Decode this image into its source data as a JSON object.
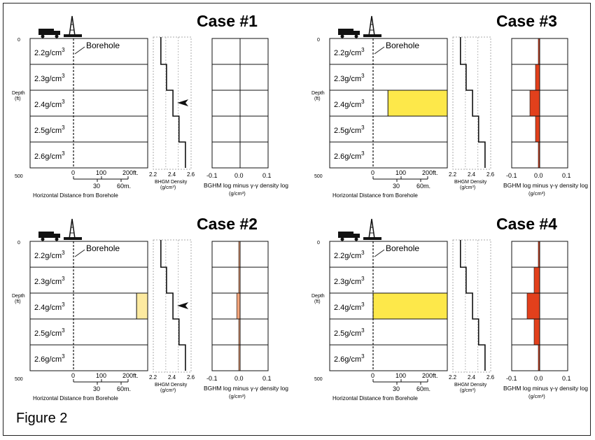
{
  "figure": {
    "label": "Figure 2"
  },
  "common": {
    "borehole_label": "Borehole",
    "depth_label_1": "Depth",
    "depth_label_2": "(ft)",
    "depth_top": "0",
    "depth_bottom": "500",
    "layers": [
      "2.2g/cm³",
      "2.3g/cm³",
      "2.4g/cm³",
      "2.5g/cm³",
      "2.6g/cm³"
    ],
    "horiz_ticks_ft": [
      "0",
      "100",
      "200ft."
    ],
    "horiz_ticks_m": [
      "30",
      "60m."
    ],
    "horiz_axis_label": "Horizontal Distance from Borehole",
    "bhgm_ticks": [
      "2.2",
      "2.4",
      "2.6"
    ],
    "bhgm_label_1": "BHGM Density",
    "bhgm_label_2": "(g/cm³)",
    "diff_ticks": [
      "-0.1",
      "0.0",
      "0.1"
    ],
    "diff_label_1": "BGHM log minus γ-γ density log",
    "diff_label_2": "(g/cm³)"
  },
  "cases": [
    {
      "title": "Case #1",
      "anomaly_fraction": 0,
      "anomaly_color": "#fde84a",
      "diff_values": [
        0,
        0,
        0,
        0,
        0
      ],
      "arrow": true
    },
    {
      "title": "Case #2",
      "anomaly_fraction": 0.15,
      "anomaly_color": "#fdeaa0",
      "diff_values": [
        -0.005,
        -0.005,
        -0.012,
        -0.005,
        -0.005
      ],
      "arrow": true
    },
    {
      "title": "Case #3",
      "anomaly_fraction": 0.8,
      "anomaly_color": "#fde84a",
      "diff_values": [
        -0.005,
        -0.015,
        -0.035,
        -0.015,
        -0.005
      ],
      "arrow": false
    },
    {
      "title": "Case #4",
      "anomaly_fraction": 1.0,
      "anomaly_color": "#fde84a",
      "diff_values": [
        -0.005,
        -0.02,
        -0.045,
        -0.02,
        -0.005
      ],
      "arrow": false
    }
  ],
  "colors": {
    "diff_fill": "#e2401c",
    "diff_fill_light": "#f3a47a",
    "line": "#111111"
  }
}
